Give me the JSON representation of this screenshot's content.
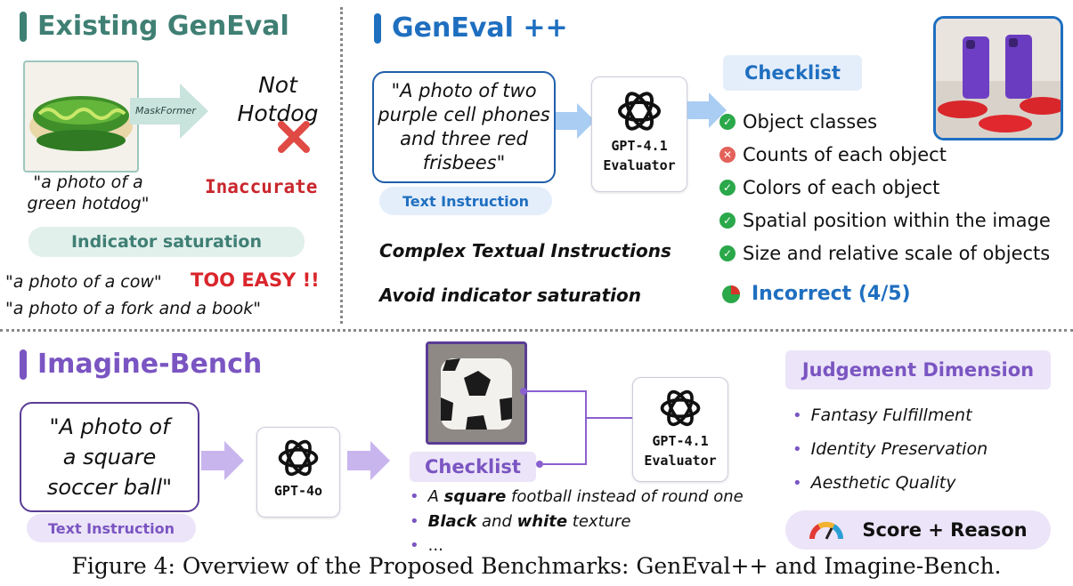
{
  "existing": {
    "title": "Existing GenEval",
    "arrow_label": "MaskFormer",
    "result_line1": "Not",
    "result_line2": "Hotdog",
    "prompt_line1": "\"a photo of a",
    "prompt_line2": "green hotdog\"",
    "inaccurate": "Inaccurate",
    "saturation_label": "Indicator saturation",
    "easy_prompt1": "\"a photo of a cow\"",
    "too_easy": "TOO EASY !!",
    "easy_prompt2": "\"a photo of a fork and a book\""
  },
  "geneval_pp": {
    "title": "GenEval ++",
    "instruction_lines": [
      "\"A photo of two",
      "purple cell phones",
      "and three red",
      "frisbees\""
    ],
    "text_instruction_label": "Text Instruction",
    "evaluator_line1": "GPT-4.1",
    "evaluator_line2": "Evaluator",
    "checklist_label": "Checklist",
    "checklist": [
      {
        "text": "Object classes",
        "status": "pass"
      },
      {
        "text": "Counts of each object",
        "status": "fail"
      },
      {
        "text": "Colors of each object",
        "status": "pass"
      },
      {
        "text": "Spatial position within the image",
        "status": "pass"
      },
      {
        "text": "Size and relative scale of objects",
        "status": "pass"
      }
    ],
    "complex_label": "Complex Textual Instructions",
    "avoid_label": "Avoid indicator saturation",
    "verdict": "Incorrect (4/5)"
  },
  "imagine": {
    "title": "Imagine-Bench",
    "instruction_lines": [
      "\"A photo of",
      "a square",
      "soccer ball\""
    ],
    "text_instruction_label": "Text Instruction",
    "gpt4o_label": "GPT-4o",
    "evaluator_line1": "GPT-4.1",
    "evaluator_line2": "Evaluator",
    "checklist_label": "Checklist",
    "checklist_items": [
      {
        "pre": "A ",
        "bold": "square",
        "post": " football instead of round one"
      },
      {
        "pre": "",
        "bold": "Black",
        "mid": " and ",
        "bold2": "white",
        "post": " texture"
      },
      {
        "pre": "...",
        "bold": "",
        "post": ""
      }
    ],
    "judgement_label": "Judgement Dimension",
    "dimensions": [
      "Fantasy Fulfillment",
      "Identity Preservation",
      "Aesthetic Quality"
    ],
    "score_label": "Score + Reason"
  },
  "caption": "Figure 4: Overview of the Proposed Benchmarks: GenEval++ and Imagine-Bench.",
  "colors": {
    "teal": "#3f7f74",
    "blue": "#1f6fc0",
    "purple": "#7a55c2",
    "green": "#2aa84a",
    "red": "#d9342b",
    "light_blue": "#e4eefb",
    "light_teal": "#e2f0ec",
    "light_purple": "#ece4f8"
  }
}
